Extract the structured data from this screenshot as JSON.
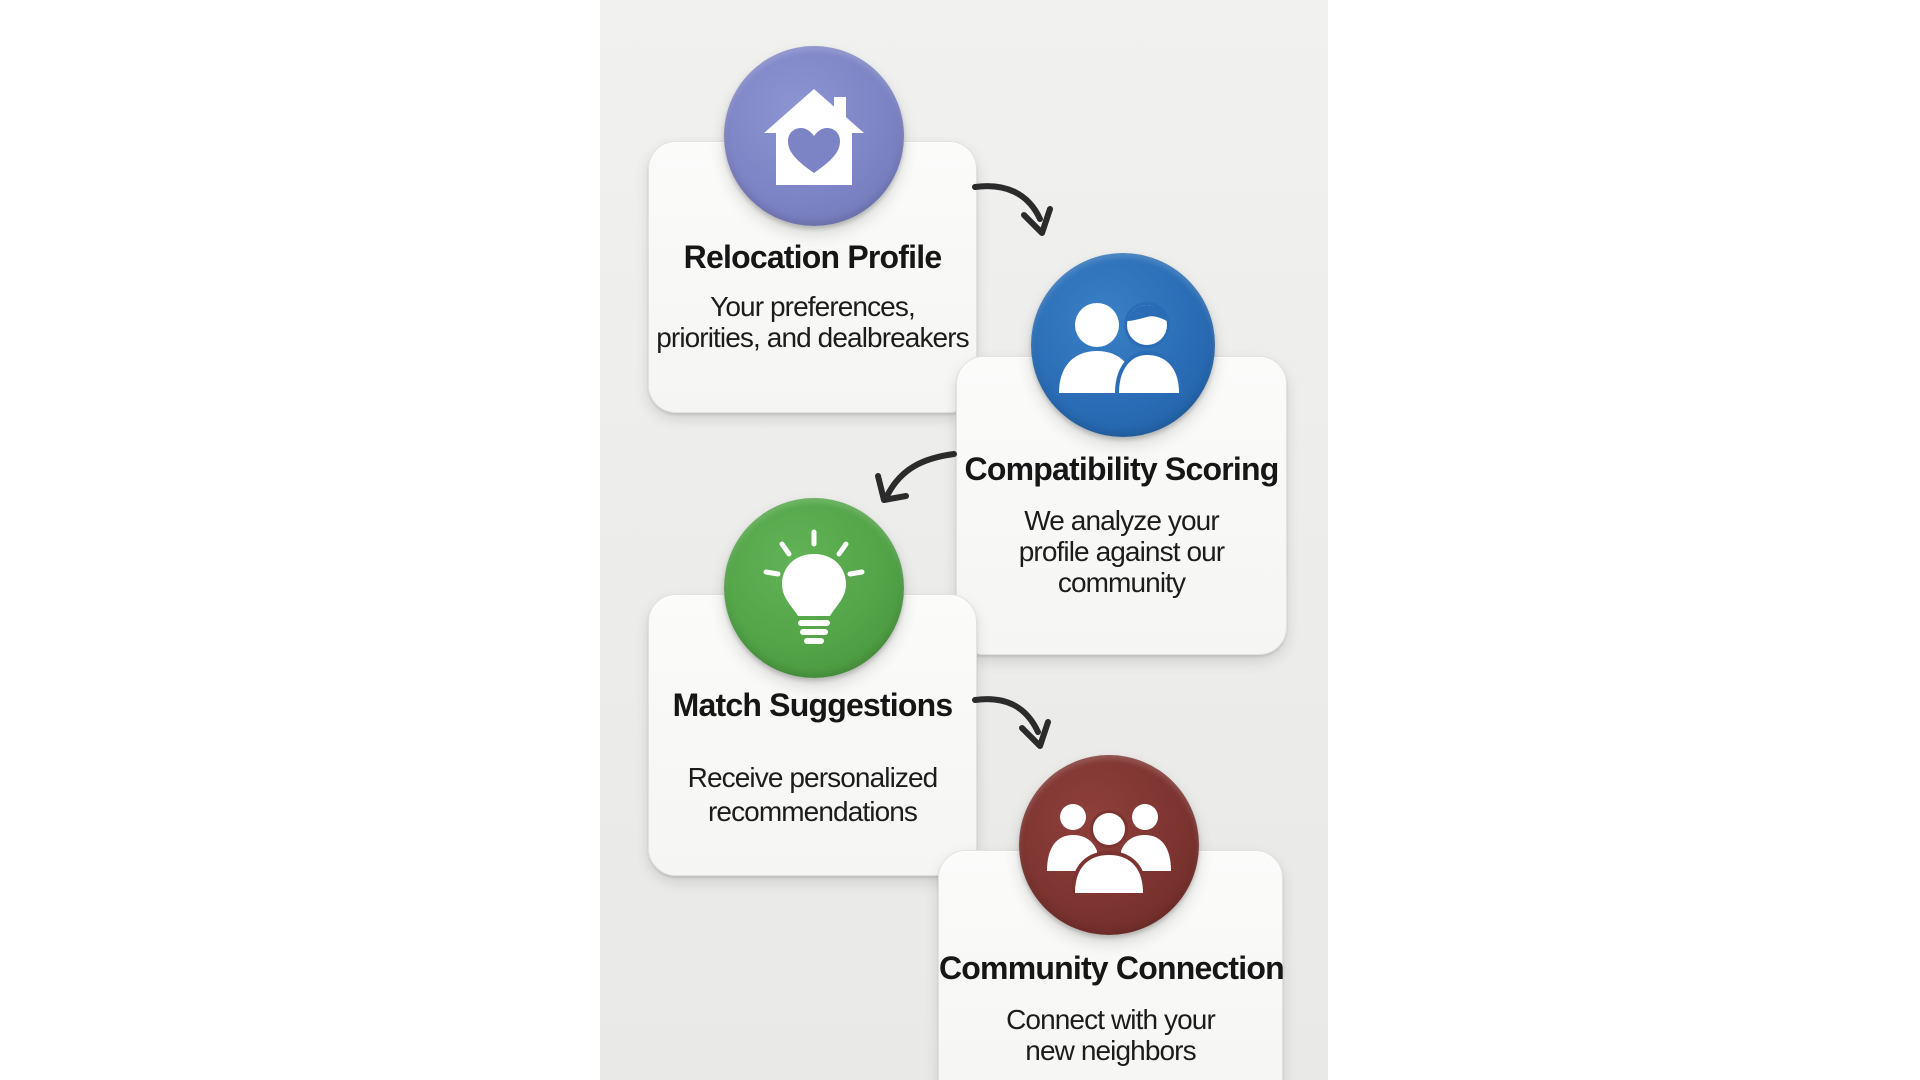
{
  "steps": [
    {
      "title": "Relocation Profile",
      "desc_lines": [
        "Your preferences,",
        "priorities, and dealbreakers"
      ],
      "icon": "house-heart-icon",
      "color": "#7f86c6"
    },
    {
      "title": "Compatibility Scoring",
      "desc_lines": [
        "We analyze your",
        "profile against our",
        "community"
      ],
      "icon": "two-people-icon",
      "color": "#2a6db6"
    },
    {
      "title": "Match Suggestions",
      "desc_lines": [
        "Receive personalized",
        "recommendations"
      ],
      "icon": "lightbulb-icon",
      "color": "#52a447"
    },
    {
      "title": "Community Connection",
      "desc_lines": [
        "Connect with your",
        "new neighbors"
      ],
      "icon": "group-people-icon",
      "color": "#7d3430"
    }
  ],
  "arrow_color": "#2b2b2b"
}
